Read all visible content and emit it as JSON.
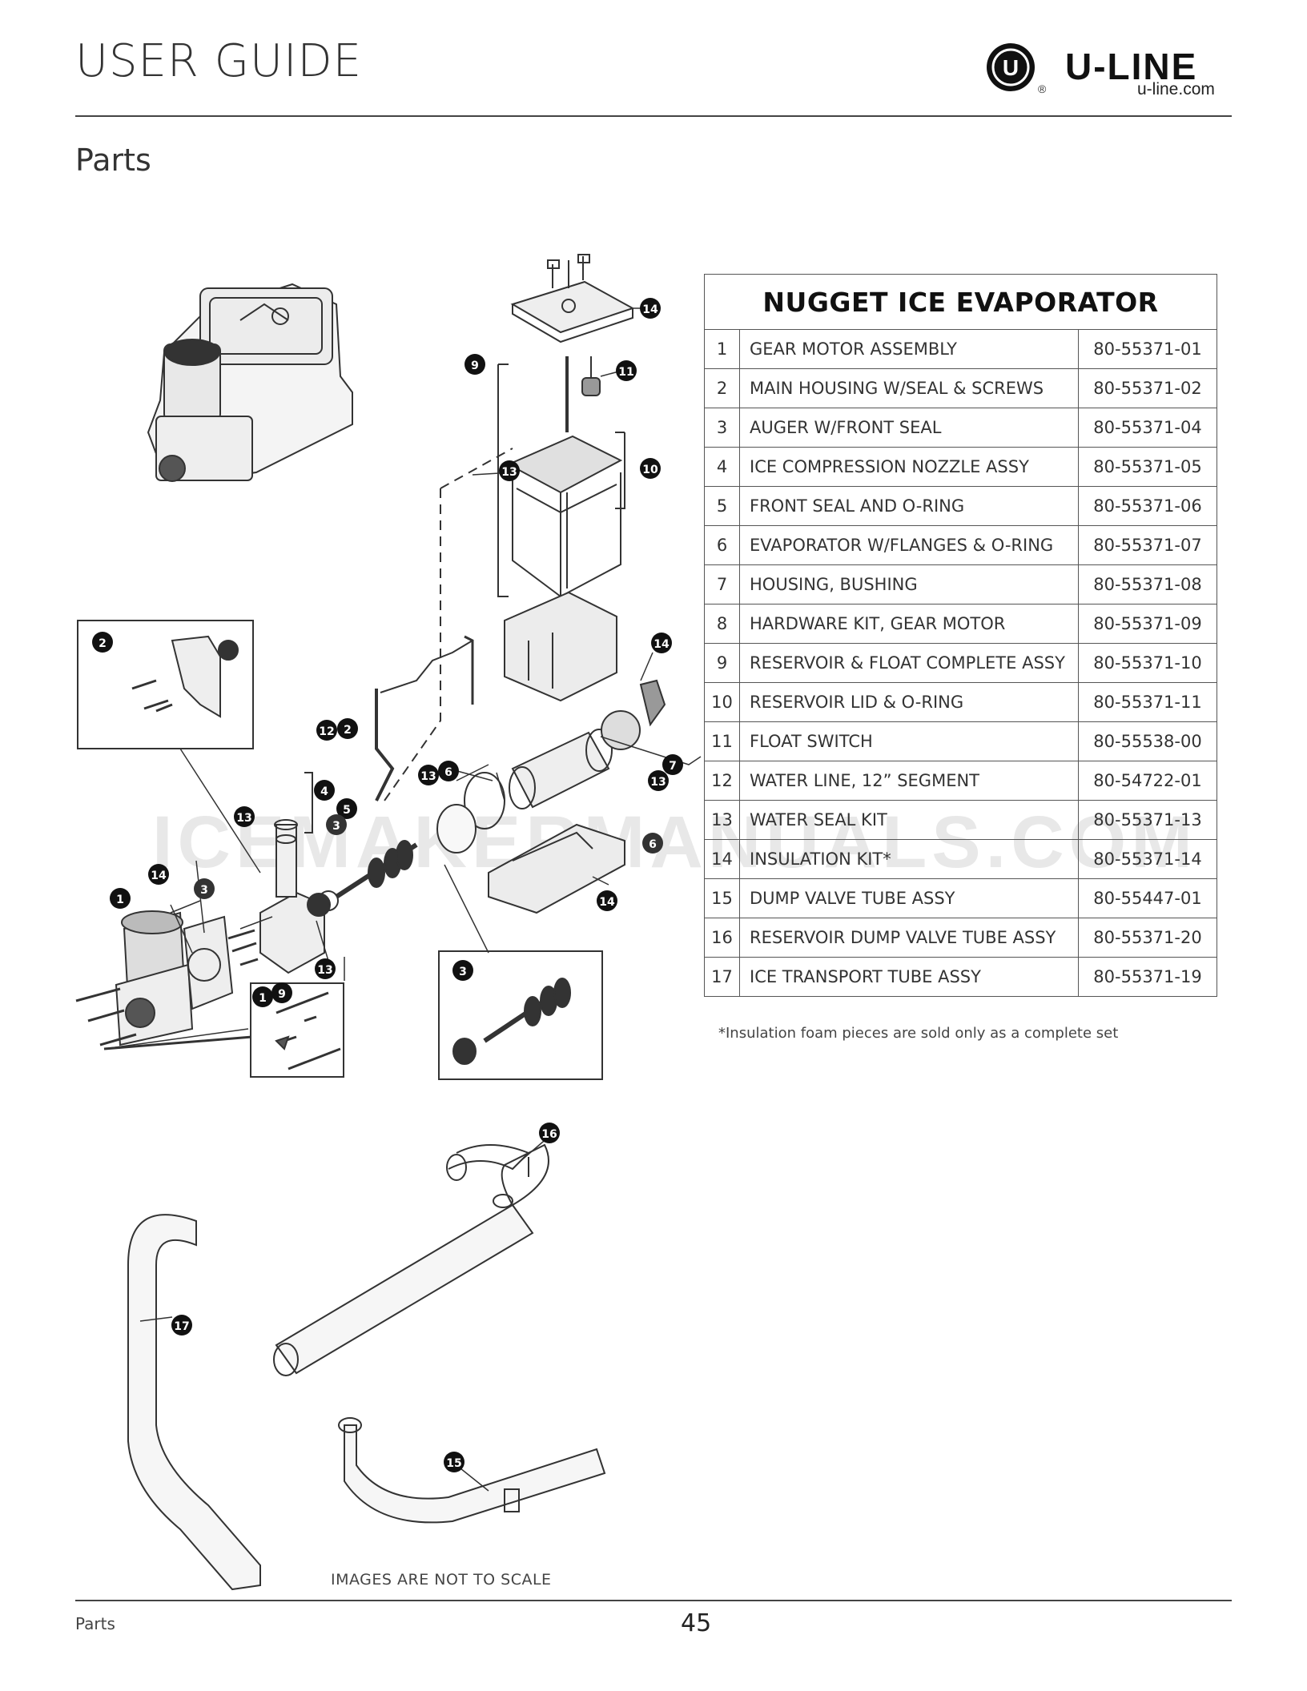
{
  "header": {
    "title": "USER GUIDE",
    "brand_name": "U-LINE",
    "brand_url": "u-line.com",
    "logo_letter": "U",
    "registered_mark": "®"
  },
  "section_title": "Parts",
  "watermark": "ICEMAKERMANUALS.COM",
  "table": {
    "title": "NUGGET ICE EVAPORATOR",
    "rows": [
      {
        "num": "1",
        "desc": "GEAR MOTOR ASSEMBLY",
        "part": "80-55371-01"
      },
      {
        "num": "2",
        "desc": "MAIN HOUSING W/SEAL & SCREWS",
        "part": "80-55371-02"
      },
      {
        "num": "3",
        "desc": "AUGER W/FRONT SEAL",
        "part": "80-55371-04"
      },
      {
        "num": "4",
        "desc": "ICE COMPRESSION NOZZLE ASSY",
        "part": "80-55371-05"
      },
      {
        "num": "5",
        "desc": "FRONT SEAL AND O-RING",
        "part": "80-55371-06"
      },
      {
        "num": "6",
        "desc": "EVAPORATOR W/FLANGES & O-RING",
        "part": "80-55371-07"
      },
      {
        "num": "7",
        "desc": "HOUSING, BUSHING",
        "part": "80-55371-08"
      },
      {
        "num": "8",
        "desc": "HARDWARE KIT, GEAR MOTOR",
        "part": "80-55371-09"
      },
      {
        "num": "9",
        "desc": "RESERVOIR & FLOAT COMPLETE ASSY",
        "part": "80-55371-10"
      },
      {
        "num": "10",
        "desc": "RESERVOIR LID & O-RING",
        "part": "80-55371-11"
      },
      {
        "num": "11",
        "desc": "FLOAT SWITCH",
        "part": "80-55538-00"
      },
      {
        "num": "12",
        "desc": "WATER LINE, 12” SEGMENT",
        "part": "80-54722-01"
      },
      {
        "num": "13",
        "desc": "WATER SEAL KIT",
        "part": "80-55371-13"
      },
      {
        "num": "14",
        "desc": "INSULATION KIT*",
        "part": "80-55371-14"
      },
      {
        "num": "15",
        "desc": "DUMP VALVE TUBE ASSY",
        "part": "80-55447-01"
      },
      {
        "num": "16",
        "desc": "RESERVOIR DUMP VALVE TUBE ASSY",
        "part": "80-55371-20"
      },
      {
        "num": "17",
        "desc": "ICE TRANSPORT TUBE ASSY",
        "part": "80-55371-19"
      }
    ],
    "footnote": "*Insulation foam pieces are sold only as a complete set"
  },
  "diagram": {
    "callouts": [
      {
        "label": "14"
      },
      {
        "label": "9"
      },
      {
        "label": "11"
      },
      {
        "label": "13"
      },
      {
        "label": "10"
      },
      {
        "label": "2"
      },
      {
        "label": "14"
      },
      {
        "label": "12"
      },
      {
        "label": "2"
      },
      {
        "label": "4"
      },
      {
        "label": "13"
      },
      {
        "label": "5"
      },
      {
        "label": "3"
      },
      {
        "label": "13"
      },
      {
        "label": "6"
      },
      {
        "label": "7"
      },
      {
        "label": "13"
      },
      {
        "label": "6"
      },
      {
        "label": "1"
      },
      {
        "label": "14"
      },
      {
        "label": "3"
      },
      {
        "label": "14"
      },
      {
        "label": "13"
      },
      {
        "label": "1"
      },
      {
        "label": "9"
      },
      {
        "label": "3"
      },
      {
        "label": "16"
      },
      {
        "label": "17"
      },
      {
        "label": "15"
      }
    ],
    "scale_note": "IMAGES ARE NOT TO SCALE"
  },
  "footer": {
    "left": "Parts",
    "page_number": "45"
  }
}
